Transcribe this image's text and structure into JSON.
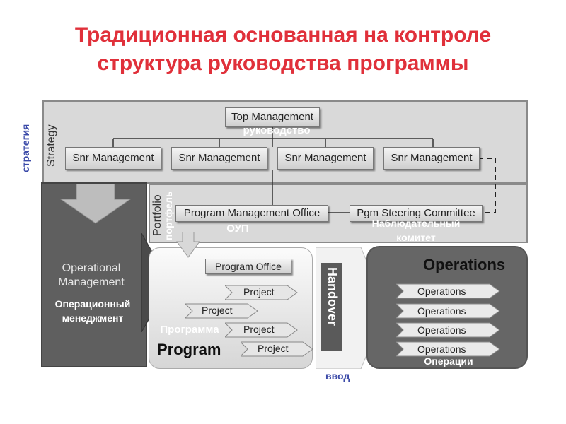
{
  "title": {
    "line1": "Традиционная основанная на контроле",
    "line2": "структура руководства программы"
  },
  "bands": {
    "strategy": "Strategy",
    "portfolio": "Portfolio"
  },
  "boxes": {
    "top_management": "Top Management",
    "snr_management": [
      "Snr Management",
      "Snr Management",
      "Snr Management",
      "Snr Management"
    ],
    "program_management_office": "Program Management Office",
    "pgm_steering_committee": "Pgm Steering Committee",
    "operational_management": [
      "Operational",
      "Management"
    ],
    "program_office": "Program Office",
    "projects": [
      "Project",
      "Project",
      "Project",
      "Project"
    ],
    "program": "Program",
    "handover": "Handover",
    "operations_title": "Operations",
    "operations_items": [
      "Operations",
      "Operations",
      "Operations",
      "Operations"
    ]
  },
  "overlays": {
    "strategy_ru": "стратегия",
    "top_management_ru": "руководство",
    "portfolio_ru": "портфель",
    "pmo_ru": "ОУП",
    "steering_ru": [
      "Наблюдательный",
      "комитет"
    ],
    "operational_ru": [
      "Операционный",
      "менеджмент"
    ],
    "program_ru": "Программа",
    "operations_ru": "Операции",
    "handover_ru": "ввод"
  }
}
